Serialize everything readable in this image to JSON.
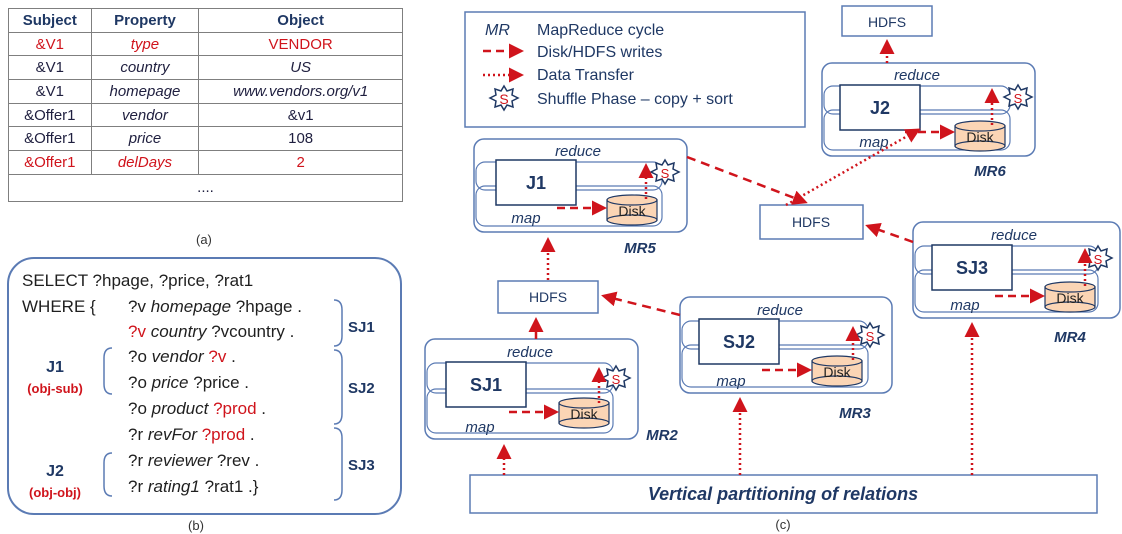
{
  "table": {
    "headers": [
      "Subject",
      "Property",
      "Object"
    ],
    "rows": [
      {
        "subject": "&V1",
        "property": "type",
        "object": "VENDOR",
        "highlight": true
      },
      {
        "subject": "&V1",
        "property": "country",
        "object": "US",
        "highlight": false,
        "object_italic": true
      },
      {
        "subject": "&V1",
        "property": "homepage",
        "object": "www.vendors.org/v1",
        "highlight": false,
        "object_italic": true
      },
      {
        "subject": "&Offer1",
        "property": "vendor",
        "object": "&v1",
        "highlight": false
      },
      {
        "subject": "&Offer1",
        "property": "price",
        "object": "108",
        "highlight": false
      },
      {
        "subject": "&Offer1",
        "property": "delDays",
        "object": "2",
        "highlight": true
      }
    ],
    "ellipsis": "....",
    "caption": "(a)"
  },
  "query": {
    "select_line": "SELECT ?hpage, ?price, ?rat1",
    "where": "WHERE {",
    "patterns": [
      {
        "subj": "?v",
        "pred": "homepage",
        "obj": "?hpage .",
        "subj_red": false,
        "obj_red": false
      },
      {
        "subj": "?v",
        "pred": "country",
        "obj": "?vcountry .",
        "subj_red": true,
        "obj_red": false
      },
      {
        "subj": "?o",
        "pred": "vendor",
        "obj": "?v",
        "dot": " .",
        "subj_red": false,
        "obj_red": true
      },
      {
        "subj": "?o",
        "pred": "price",
        "obj": "?price .",
        "subj_red": false,
        "obj_red": false
      },
      {
        "subj": "?o",
        "pred": "product",
        "obj": "?prod",
        "dot": " .",
        "subj_red": false,
        "obj_red": true
      },
      {
        "subj": "?r",
        "pred": "revFor",
        "obj": "?prod",
        "dot": " .",
        "subj_red": false,
        "obj_red": true
      },
      {
        "subj": "?r",
        "pred": "reviewer",
        "obj": "?rev .",
        "subj_red": false,
        "obj_red": false
      },
      {
        "subj": "?r",
        "pred": "rating1",
        "obj": "?rat1 .}",
        "subj_red": false,
        "obj_red": false
      }
    ],
    "joins": [
      {
        "name": "J1",
        "type": "(obj-sub)"
      },
      {
        "name": "J2",
        "type": "(obj-obj)"
      }
    ],
    "star_joins": [
      "SJ1",
      "SJ2",
      "SJ3"
    ],
    "caption": "(b)"
  },
  "legend": {
    "items": [
      {
        "symbol": "MR",
        "text": "MapReduce cycle"
      },
      {
        "symbol": "dashed-arrow",
        "text": "Disk/HDFS writes"
      },
      {
        "symbol": "dotted-arrow",
        "text": "Data Transfer"
      },
      {
        "symbol": "S",
        "text": "Shuffle Phase – copy + sort"
      }
    ]
  },
  "workflow": {
    "hdfs_label": "HDFS",
    "reduce_label": "reduce",
    "map_label": "map",
    "disk_label": "Disk",
    "shuffle_label": "S",
    "cycles": [
      {
        "job": "J2",
        "cycle": "MR6"
      },
      {
        "job": "J1",
        "cycle": "MR5"
      },
      {
        "job": "SJ3",
        "cycle": "MR4"
      },
      {
        "job": "SJ2",
        "cycle": "MR3"
      },
      {
        "job": "SJ1",
        "cycle": "MR2"
      }
    ],
    "partition_label": "Vertical partitioning of relations",
    "caption": "(c)"
  },
  "colors": {
    "navy": "#1f3864",
    "red": "#d0141c",
    "border": "#5b7bb4",
    "disk_fill": "#fbd5b5"
  }
}
